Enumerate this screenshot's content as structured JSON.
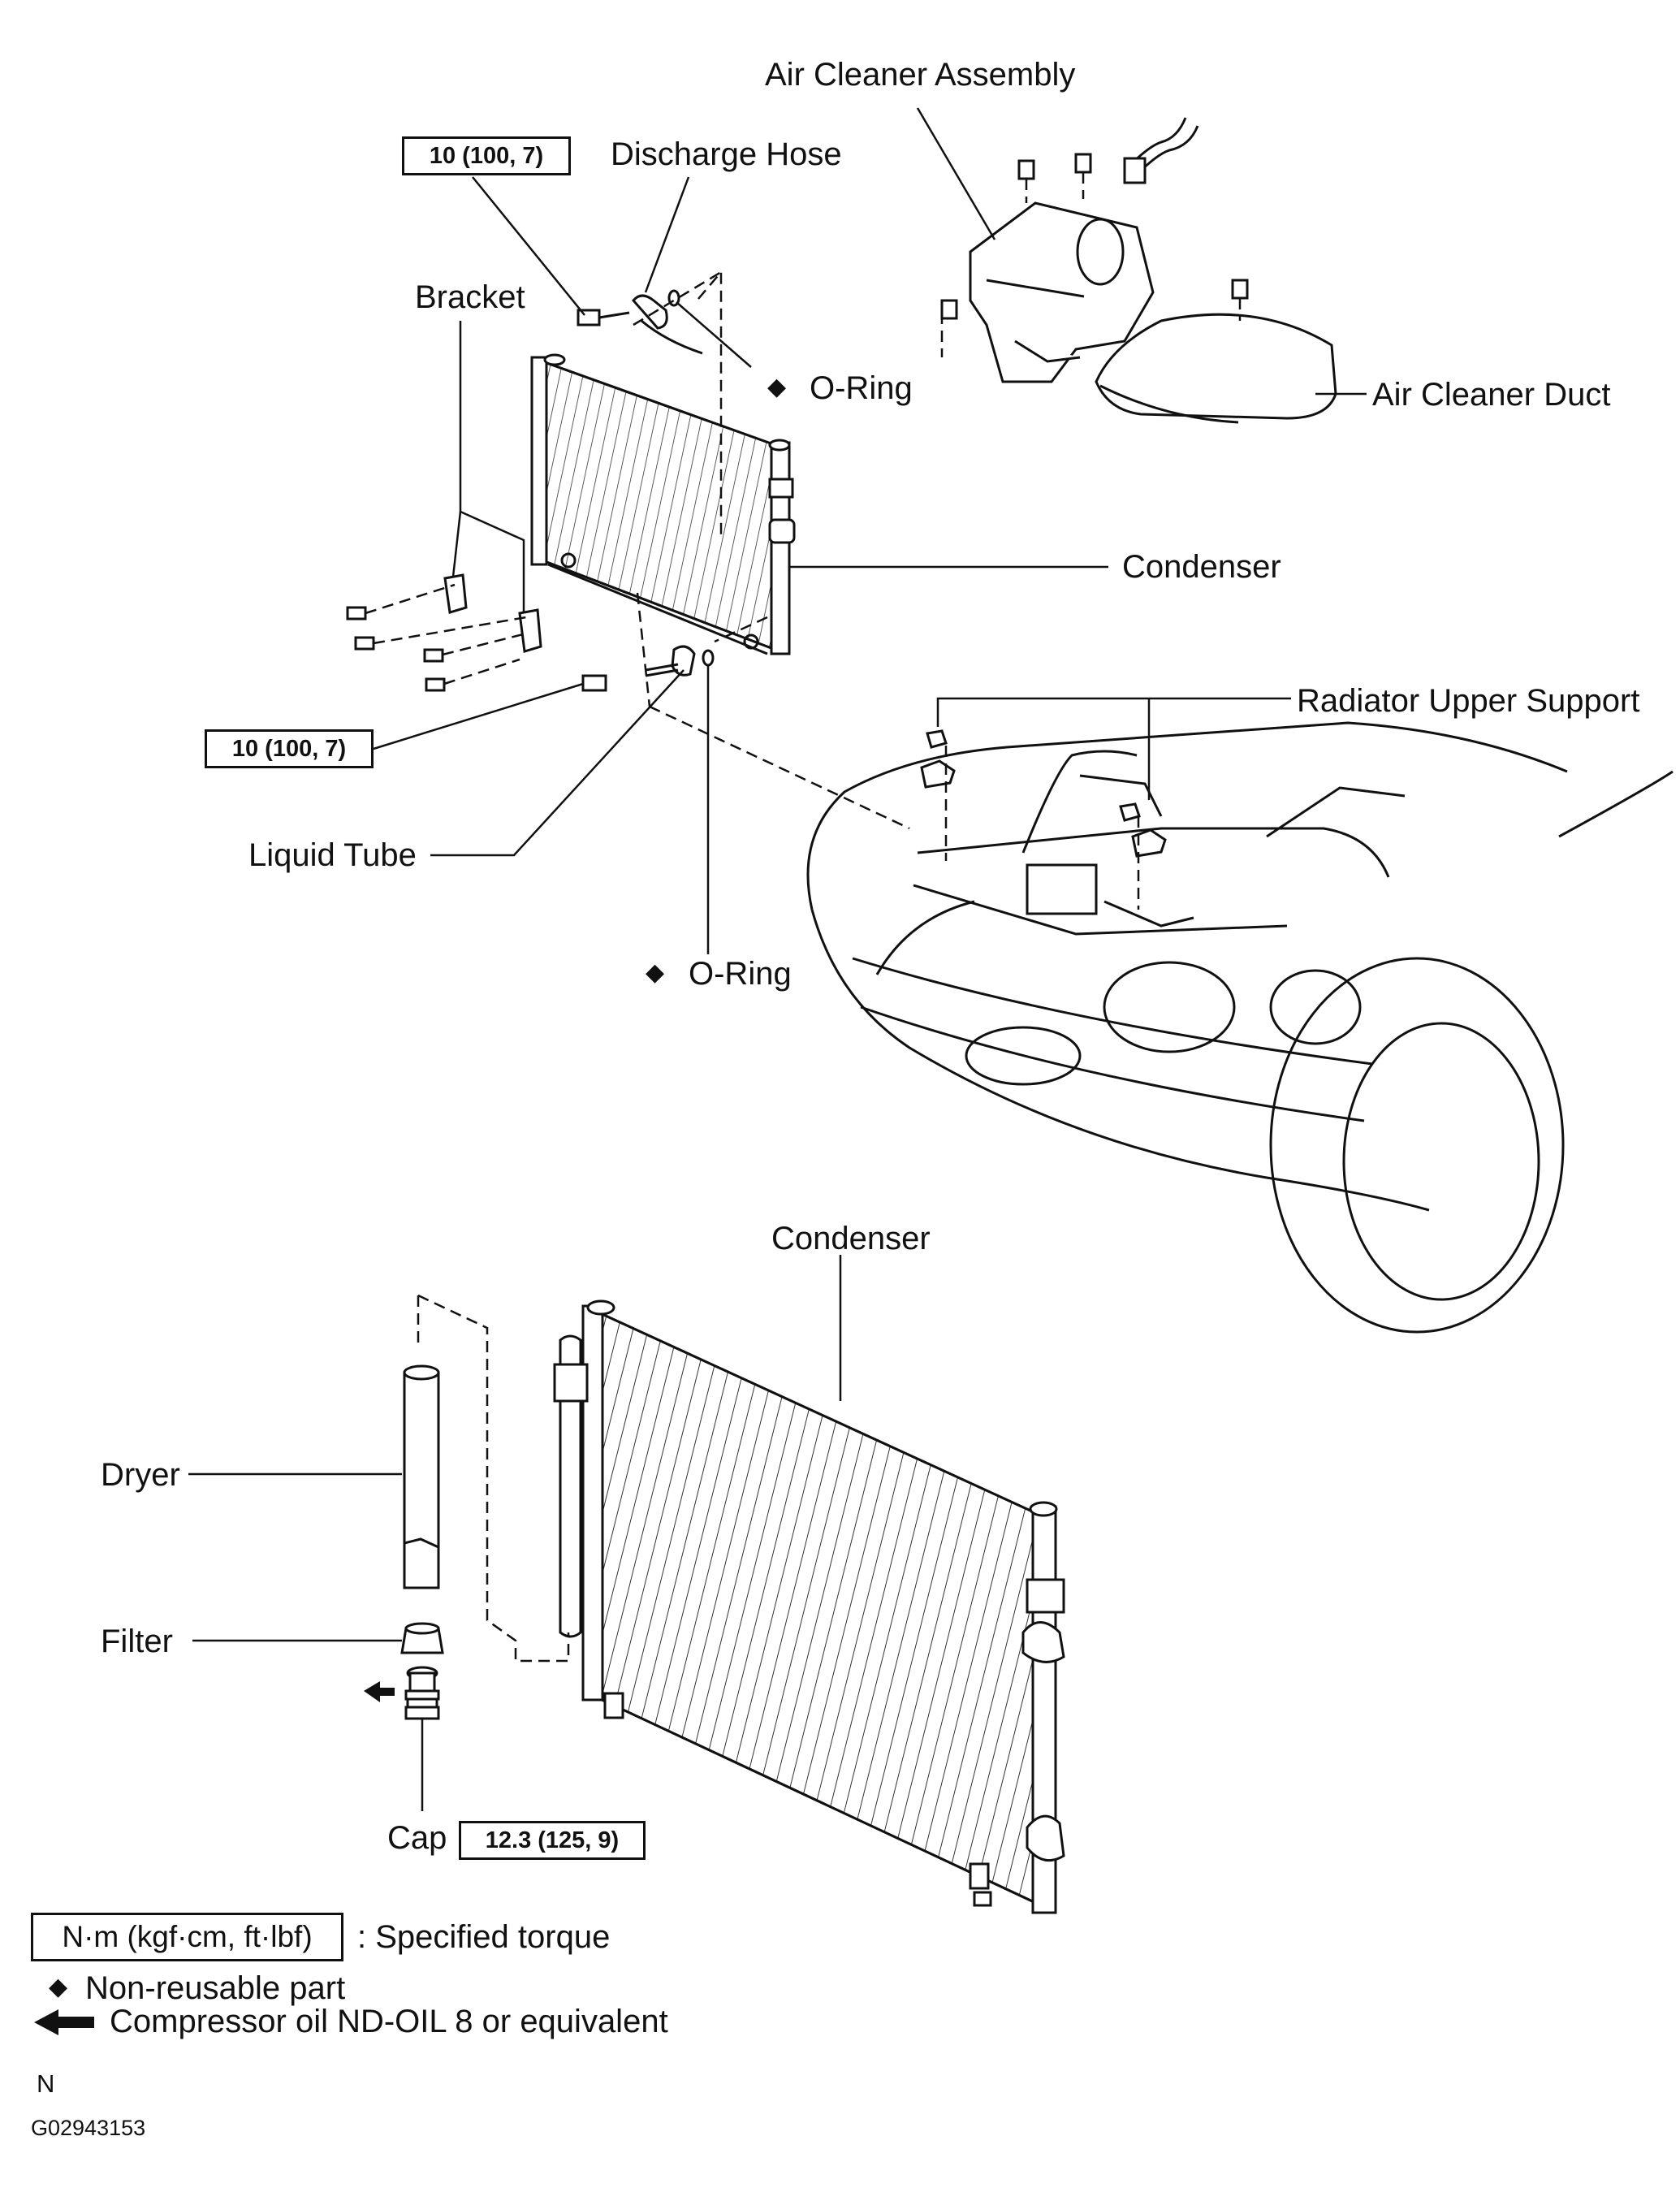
{
  "labels": {
    "air_cleaner_assembly": "Air Cleaner Assembly",
    "discharge_hose": "Discharge Hose",
    "bracket": "Bracket",
    "o_ring_top": "O-Ring",
    "air_cleaner_duct": "Air Cleaner Duct",
    "condenser_top": "Condenser",
    "radiator_upper_support": "Radiator Upper Support",
    "liquid_tube": "Liquid Tube",
    "o_ring_bottom": "O-Ring",
    "condenser_bottom": "Condenser",
    "dryer": "Dryer",
    "filter": "Filter",
    "cap": "Cap"
  },
  "torques": {
    "discharge_bolt": "10 (100, 7)",
    "liquid_tube_bolt": "10 (100, 7)",
    "cap": "12.3 (125, 9)"
  },
  "legend": {
    "torque_unit": "N·m (kgf·cm, ft·lbf)",
    "torque_desc": ": Specified torque",
    "non_reusable": "Non-reusable part",
    "compressor_oil": "Compressor oil ND-OIL 8 or equivalent"
  },
  "symbols": {
    "diamond": "◆",
    "arrow": "🡸"
  },
  "footer": {
    "code_letter": "N",
    "figure_id": "G02943153"
  }
}
